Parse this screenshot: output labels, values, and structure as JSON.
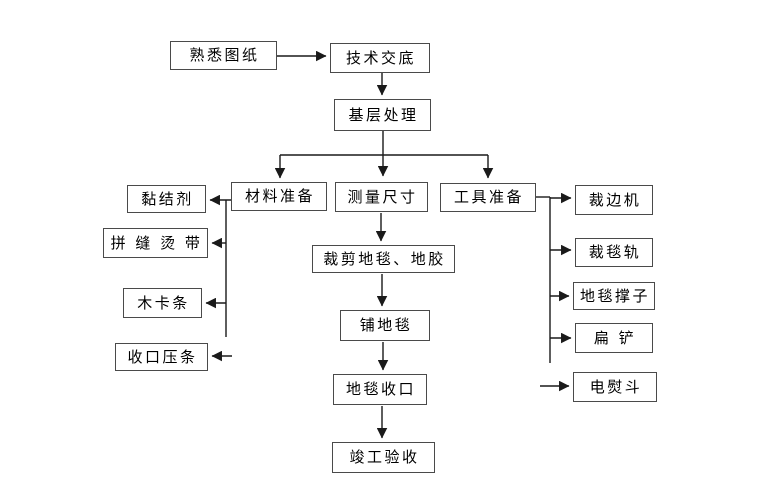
{
  "diagram": {
    "description": "carpet-installation-process-flowchart",
    "colors": {
      "background": "#ffffff",
      "box_border": "#4a4a4a",
      "connector_line": "#1a1a1a",
      "text": "#000000"
    },
    "nodes": {
      "familiarize_drawings": "熟悉图纸",
      "technical_disclosure": "技术交底",
      "base_treatment": "基层处理",
      "adhesive": "黏结剂",
      "material_preparation": "材料准备",
      "measure_dimensions": "测量尺寸",
      "tool_preparation": "工具准备",
      "seam_hot_tape": "拼 缝 烫 带",
      "wood_clamp_strip": "木卡条",
      "closing_pressure_strip": "收口压条",
      "cut_carpet_glue": "裁剪地毯、地胶",
      "lay_carpet": "铺地毯",
      "carpet_closing": "地毯收口",
      "completion_acceptance": "竣工验收",
      "edge_cutting_machine": "裁边机",
      "carpet_cutting_rail": "裁毯轨",
      "carpet_stretcher": "地毯撑子",
      "flat_shovel": "扁 铲",
      "electric_iron": "电熨斗"
    }
  }
}
